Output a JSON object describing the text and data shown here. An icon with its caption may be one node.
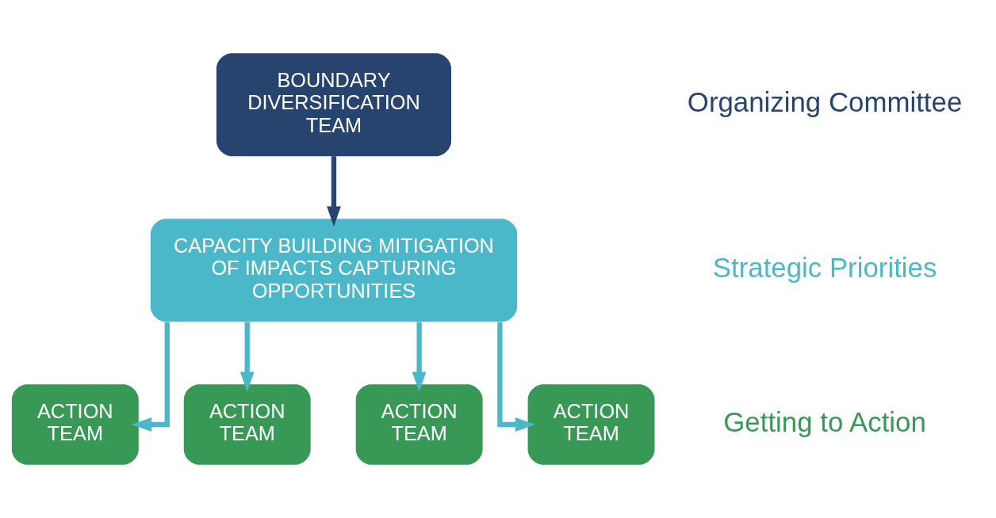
{
  "diagram": {
    "nodes": [
      {
        "text": [
          "BOUNDARY DIVERSIFICATION TEAM"
        ]
      },
      {
        "text": [
          "CAPACITY BUILDING MITIGATION OF IMPACTS CAPTURING OPPORTUNITIES"
        ]
      },
      {
        "text": [
          "ACTION TEAM"
        ]
      },
      {
        "text": [
          "ACTION TEAM"
        ]
      },
      {
        "text": [
          "ACTION TEAM"
        ]
      },
      {
        "text": [
          "ACTION TEAM"
        ]
      }
    ],
    "edges": [
      {
        "from": 0,
        "to": 1,
        "arrow": "to",
        "color": "#27446e"
      },
      {
        "from": 1,
        "to": 2,
        "arrow": "to"
      },
      {
        "from": 1,
        "to": 3,
        "arrow": "to"
      },
      {
        "from": 1,
        "to": 4,
        "arrow": "to"
      },
      {
        "from": 1,
        "to": 5,
        "arrow": "to"
      }
    ],
    "labels": [
      "Organizing Committee",
      "Strategic Priorities",
      "Getting to Action"
    ]
  }
}
